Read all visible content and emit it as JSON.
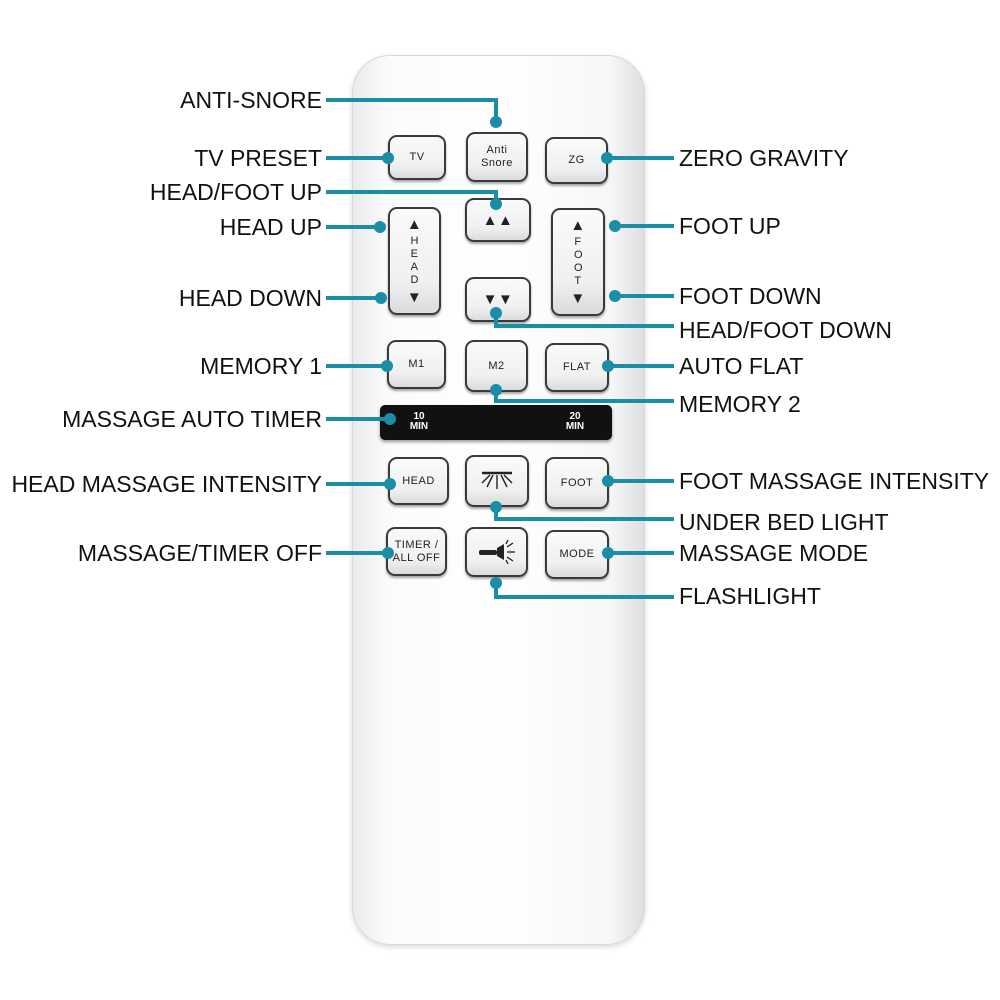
{
  "remote": {
    "buttons": {
      "tv": "TV",
      "anti_snore": "Anti Snore",
      "zg": "ZG",
      "head_rocker": "HEAD",
      "foot_rocker": "FOOT",
      "m1": "M1",
      "m2": "M2",
      "flat": "FLAT",
      "head_massage": "HEAD",
      "foot_massage": "FOOT",
      "timer_all_off": "TIMER / ALL OFF",
      "mode": "MODE"
    },
    "timer_strip": {
      "left": "10 MIN",
      "right": "20 MIN"
    }
  },
  "callouts": {
    "anti_snore": "ANTI-SNORE",
    "tv_preset": "TV PRESET",
    "zero_gravity": "ZERO GRAVITY",
    "head_foot_up": "HEAD/FOOT UP",
    "head_up": "HEAD UP",
    "foot_up": "FOOT UP",
    "head_down": "HEAD DOWN",
    "foot_down": "FOOT DOWN",
    "head_foot_down": "HEAD/FOOT DOWN",
    "memory_1": "MEMORY 1",
    "auto_flat": "AUTO FLAT",
    "memory_2": "MEMORY 2",
    "massage_auto_timer": "MASSAGE AUTO TIMER",
    "head_massage_intensity": "HEAD MASSAGE INTENSITY",
    "foot_massage_intensity": "FOOT MASSAGE INTENSITY",
    "under_bed_light": "UNDER BED LIGHT",
    "massage_timer_off": "MASSAGE/TIMER OFF",
    "massage_mode": "MASSAGE MODE",
    "flashlight": "FLASHLIGHT"
  },
  "colors": {
    "callout": "#1a8ea6"
  }
}
